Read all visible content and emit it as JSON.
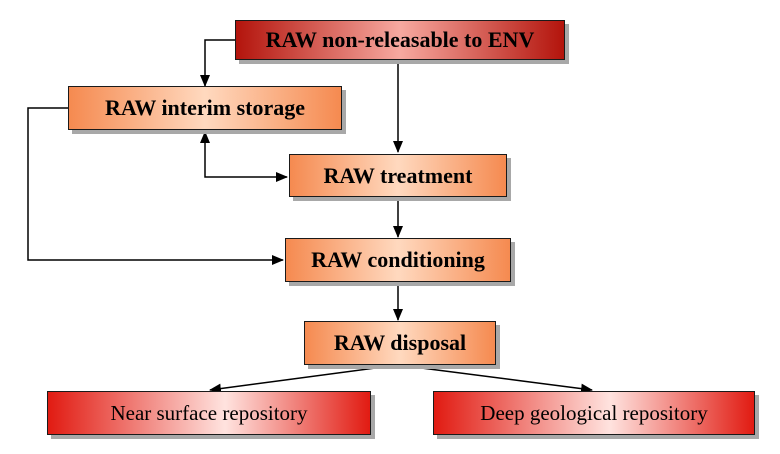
{
  "nodes": {
    "non_releasable": "RAW non-releasable to ENV",
    "interim_storage": "RAW interim storage",
    "treatment": "RAW treatment",
    "conditioning": "RAW conditioning",
    "disposal": "RAW disposal",
    "near_surface": "Near surface repository",
    "deep_geological": "Deep geological repository"
  },
  "colors": {
    "orange_box": "#f58a50",
    "top_box": "#b3140c",
    "repository_box": "#e11b12",
    "line": "#000000"
  }
}
